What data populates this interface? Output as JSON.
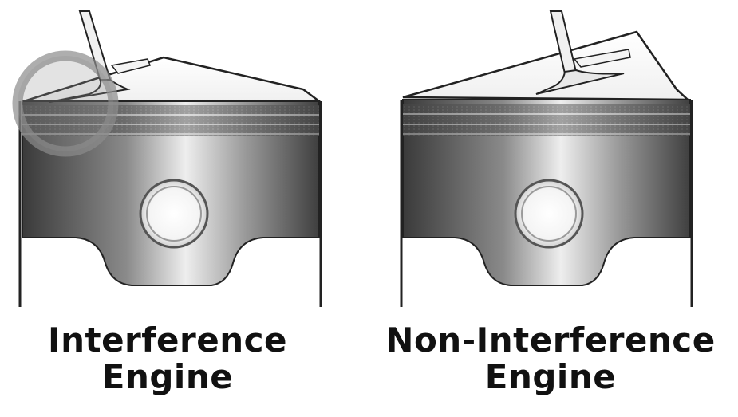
{
  "panels": [
    {
      "id": "interference",
      "label_line1": "Interference",
      "label_line2": "Engine",
      "highlight": true
    },
    {
      "id": "non-interference",
      "label_line1": "Non-Interference",
      "label_line2": "Engine",
      "highlight": false
    }
  ],
  "colors": {
    "piston_dark": "#3a3a3a",
    "piston_light": "#f2f2f2",
    "highlight_ring": "#8c8c8c",
    "text": "#111111"
  }
}
